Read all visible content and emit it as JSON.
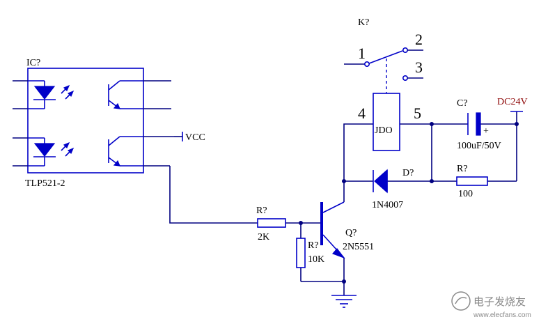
{
  "labels": {
    "ic_ref": "IC?",
    "ic_part": "TLP521-2",
    "vcc": "VCC",
    "k_ref": "K?",
    "pin1": "1",
    "pin2": "2",
    "pin3": "3",
    "pin4": "4",
    "pin5": "5",
    "relay_name": "JDO",
    "cap_ref": "C?",
    "cap_value": "100uF/50V",
    "dc_supply": "DC24V",
    "diode_ref": "D?",
    "diode_part": "1N4007",
    "r_load_ref": "R?",
    "r_load_value": "100",
    "r_base_ref": "R?",
    "r_base_value": "2K",
    "r_pull_ref": "R?",
    "r_pull_value": "10K",
    "q_ref": "Q?",
    "q_part": "2N5551",
    "cap_plus": "+"
  },
  "watermark": {
    "text_cn": "电子发烧友",
    "url": "www.elecfans.com"
  },
  "colors": {
    "wire": "#000080",
    "component": "#0000c8",
    "supply_label": "#8b0000"
  }
}
